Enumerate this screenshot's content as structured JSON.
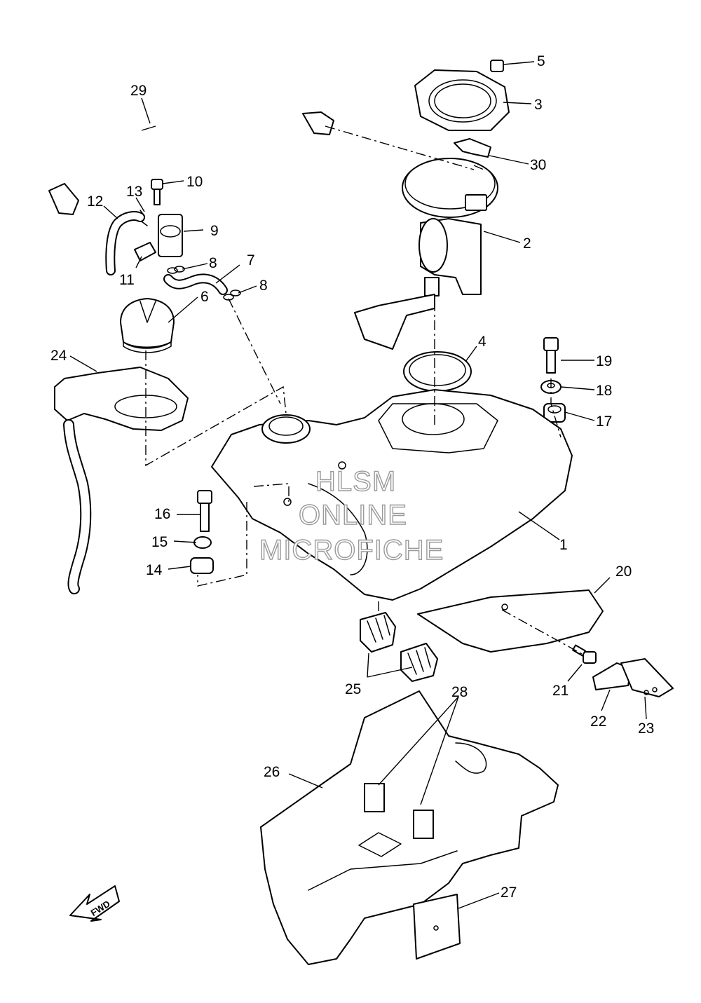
{
  "callouts": {
    "c1": "1",
    "c2": "2",
    "c3": "3",
    "c4": "4",
    "c5": "5",
    "c6": "6",
    "c7": "7",
    "c8a": "8",
    "c8b": "8",
    "c9": "9",
    "c10": "10",
    "c11": "11",
    "c12": "12",
    "c13": "13",
    "c14": "14",
    "c15": "15",
    "c16": "16",
    "c17": "17",
    "c18": "18",
    "c19": "19",
    "c20": "20",
    "c21": "21",
    "c22": "22",
    "c23": "23",
    "c24": "24",
    "c25": "25",
    "c26": "26",
    "c27": "27",
    "c28": "28",
    "c29": "29",
    "c30": "30"
  },
  "watermark": {
    "line1": "HLSM",
    "line2": "ONLINE",
    "line3": "MICROFICHE"
  },
  "fwd_label": "FWD"
}
